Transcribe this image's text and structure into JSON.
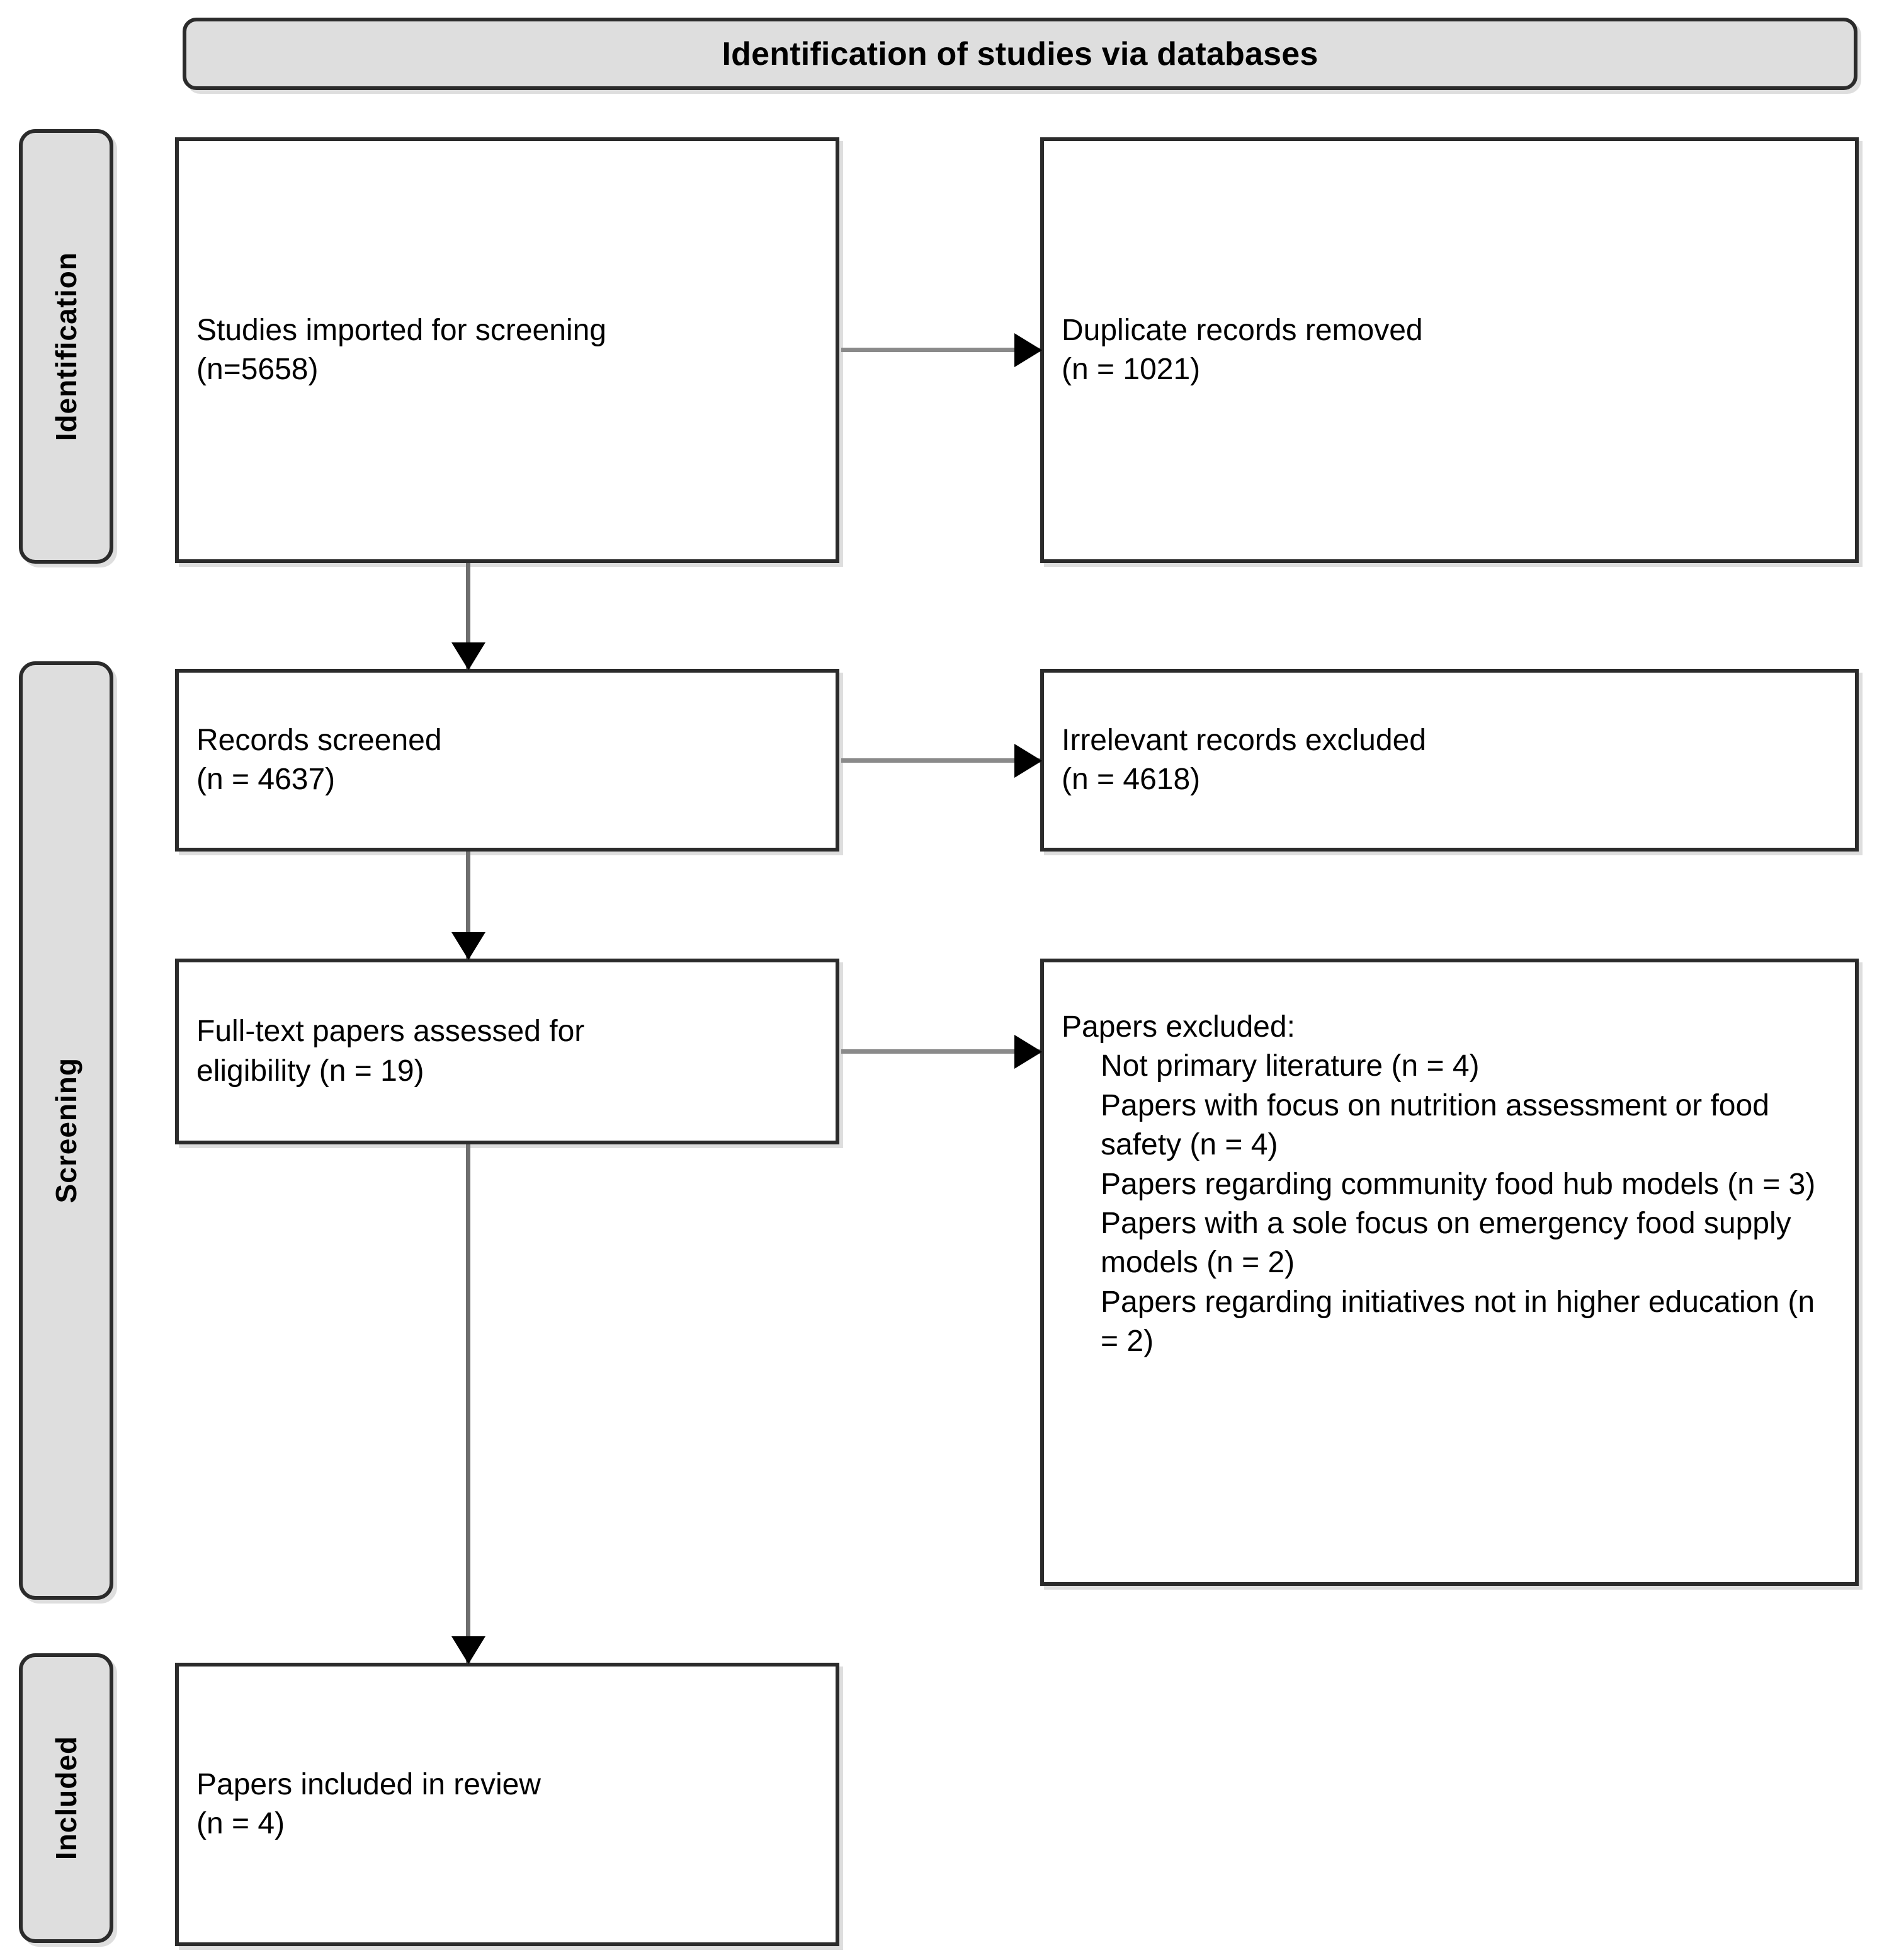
{
  "header": {
    "title": "Identification of studies via databases"
  },
  "phases": [
    {
      "id": "identification",
      "label": "Identification"
    },
    {
      "id": "screening",
      "label": "Screening"
    },
    {
      "id": "included",
      "label": "Included"
    }
  ],
  "boxes": {
    "studies_imported": {
      "line1": "Studies imported for screening",
      "line2": "(n=5658)"
    },
    "duplicates_removed": {
      "line1": "Duplicate records removed",
      "line2": "(n = 1021)"
    },
    "records_screened": {
      "line1": "Records screened",
      "line2": "(n = 4637)"
    },
    "irrelevant_excluded": {
      "line1": "Irrelevant records excluded",
      "line2": "(n = 4618)"
    },
    "fulltext_assessed": {
      "line1": "Full-text papers assessed for",
      "line2": "eligibility (n = 19)"
    },
    "papers_excluded": {
      "heading": "Papers excluded:",
      "items": [
        "Not primary literature (n = 4)",
        "Papers with focus on nutrition assessment or food safety (n = 4)",
        "Papers regarding community food hub models (n = 3)",
        "Papers with a sole focus on emergency food supply models (n = 2)",
        "Papers regarding initiatives not in higher education (n = 2)"
      ]
    },
    "papers_included": {
      "line1": "Papers included in review",
      "line2": "(n = 4)"
    }
  },
  "connectors": [
    {
      "id": "imported-to-duplicates",
      "direction": "right"
    },
    {
      "id": "imported-to-screened",
      "direction": "down"
    },
    {
      "id": "screened-to-irrelevant",
      "direction": "right"
    },
    {
      "id": "screened-to-fulltext",
      "direction": "down"
    },
    {
      "id": "fulltext-to-excluded",
      "direction": "right"
    },
    {
      "id": "fulltext-to-included",
      "direction": "down"
    }
  ],
  "colors": {
    "box_border": "#2b2b2b",
    "pill_fill": "#dedede",
    "box_fill": "#ffffff",
    "connector_line": "#6e6e6e",
    "arrowhead": "#000000",
    "text": "#000000"
  }
}
